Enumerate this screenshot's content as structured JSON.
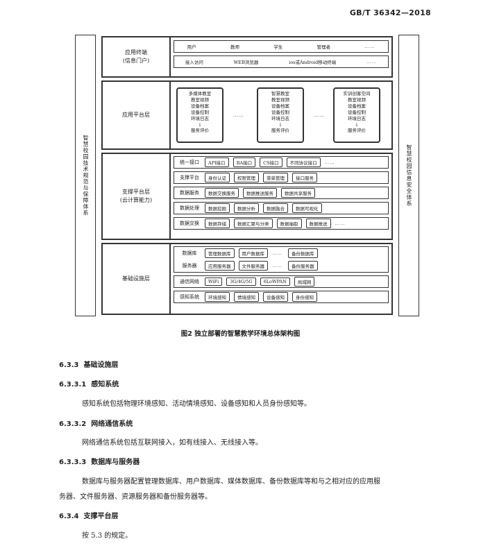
{
  "header": {
    "standard_no": "GB/T 36342—2018"
  },
  "diagram": {
    "left_side": "智慧校园技术规范与保障体系",
    "right_side": "智慧校园信息安全体系",
    "layers": {
      "app_terminal": {
        "label_lines": [
          "应用终端",
          "(信息门户)"
        ],
        "row1": [
          "用户",
          "教师",
          "学生",
          "管理者",
          "……"
        ],
        "row2": [
          "接入访问",
          "WEB浏览器",
          "ios或Android移动终端",
          "……"
        ]
      },
      "app_platform": {
        "label": "应用平台层",
        "card1": [
          "多媒体教室",
          "教室视频",
          "设备档案",
          "设备控制",
          "环境日志"
        ],
        "card2": [
          "智慧教室",
          "教室视频",
          "设备档案",
          "设备控制",
          "环境日志"
        ],
        "card3": [
          "实训创客空间",
          "教室视频",
          "设备档案",
          "设备控制",
          "环境日志"
        ],
        "card_bottom": "服务评价",
        "dots": "……"
      },
      "support": {
        "label_lines": [
          "支撑平台层",
          "(云计算能力)"
        ],
        "rows": [
          {
            "label": "统一接口",
            "chips": [
              "API接口",
              "BA接口",
              "CS接口",
              "不同协议接口"
            ]
          },
          {
            "label": "支撑平台",
            "chips": [
              "身份认证",
              "权限管理",
              "菜单管理",
              "接口服务"
            ]
          },
          {
            "label": "数据服务",
            "chips": [
              "数据交换服务",
              "数据推送服务",
              "数据共享服务"
            ]
          },
          {
            "label": "数据处理",
            "chips": [
              "数据挖掘",
              "数据分析",
              "数据融合",
              "数据可视化"
            ]
          },
          {
            "label": "数据交换",
            "chips": [
              "数据存储",
              "数据汇聚与分类",
              "数据抽取",
              "数据推送"
            ]
          }
        ],
        "dots": "……"
      },
      "infra": {
        "label": "基础设施层",
        "db_labels": [
          "数据库",
          "服务器"
        ],
        "db_row1": [
          "管理数据库",
          "用户数据库",
          "……",
          "备份数据库"
        ],
        "db_row2": [
          "应用服务器",
          "文件服务器",
          "……",
          "备份服务器"
        ],
        "net": {
          "label": "通信网络",
          "chips": [
            "WiFi",
            "3G/4G/5G",
            "6LoWPAN",
            "局域网"
          ]
        },
        "sense": {
          "label": "感知系统",
          "chips": [
            "环境感知",
            "情境感知",
            "设备感知",
            "身份感知"
          ]
        }
      }
    }
  },
  "caption": "图2  独立部署的智慧教学环境总体架构图",
  "sections": [
    {
      "num": "6.3.3",
      "title": "基础设施层"
    },
    {
      "num": "6.3.3.1",
      "title": "感知系统"
    },
    {
      "text": "感知系统包括物理环境感知、活动情境感知、设备感知和人员身份感知等。"
    },
    {
      "num": "6.3.3.2",
      "title": "网络通信系统"
    },
    {
      "text": "网络通信系统包括互联网接入，如有线接入、无线接入等。"
    },
    {
      "num": "6.3.3.3",
      "title": "数据库与服务器"
    },
    {
      "text": "数据库与服务器配置管理数据库、用户数据库、媒体数据库、备份数据库等和与之相对应的应用服"
    },
    {
      "text": "务器、文件服务器、资源服务器和备份服务器等。"
    },
    {
      "num": "6.3.4",
      "title": "支撑平台层"
    },
    {
      "text": "按 5.3 的规定。"
    }
  ]
}
